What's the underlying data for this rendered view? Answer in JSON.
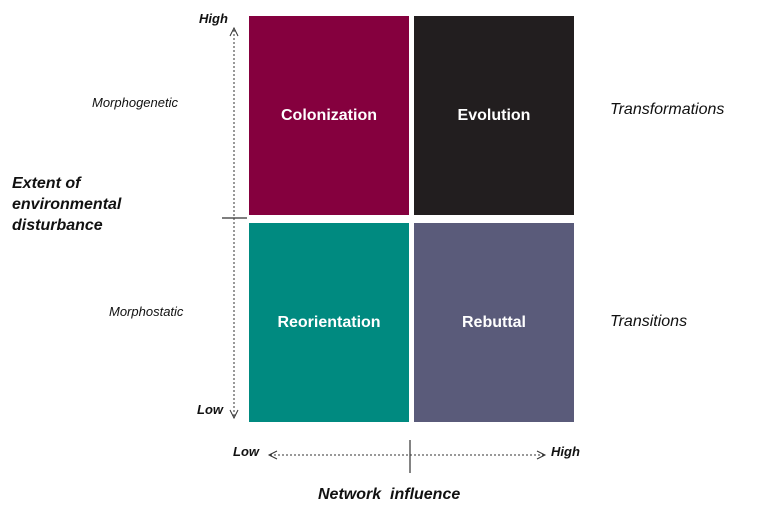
{
  "quadrants": {
    "top_left": {
      "label": "Colonization",
      "color": "#85003e"
    },
    "top_right": {
      "label": "Evolution",
      "color": "#221e1f"
    },
    "bottom_left": {
      "label": "Reorientation",
      "color": "#008a80"
    },
    "bottom_right": {
      "label": "Rebuttal",
      "color": "#5a5b7a"
    }
  },
  "y_axis": {
    "title_lines": [
      "Extent of",
      "environmental",
      "disturbance"
    ],
    "high": "High",
    "low": "Low",
    "upper_band": "Morphogenetic",
    "lower_band": "Morphostatic"
  },
  "x_axis": {
    "title": "Network  influence",
    "low": "Low",
    "high": "High"
  },
  "right_labels": {
    "top": "Transformations",
    "bottom": "Transitions"
  }
}
